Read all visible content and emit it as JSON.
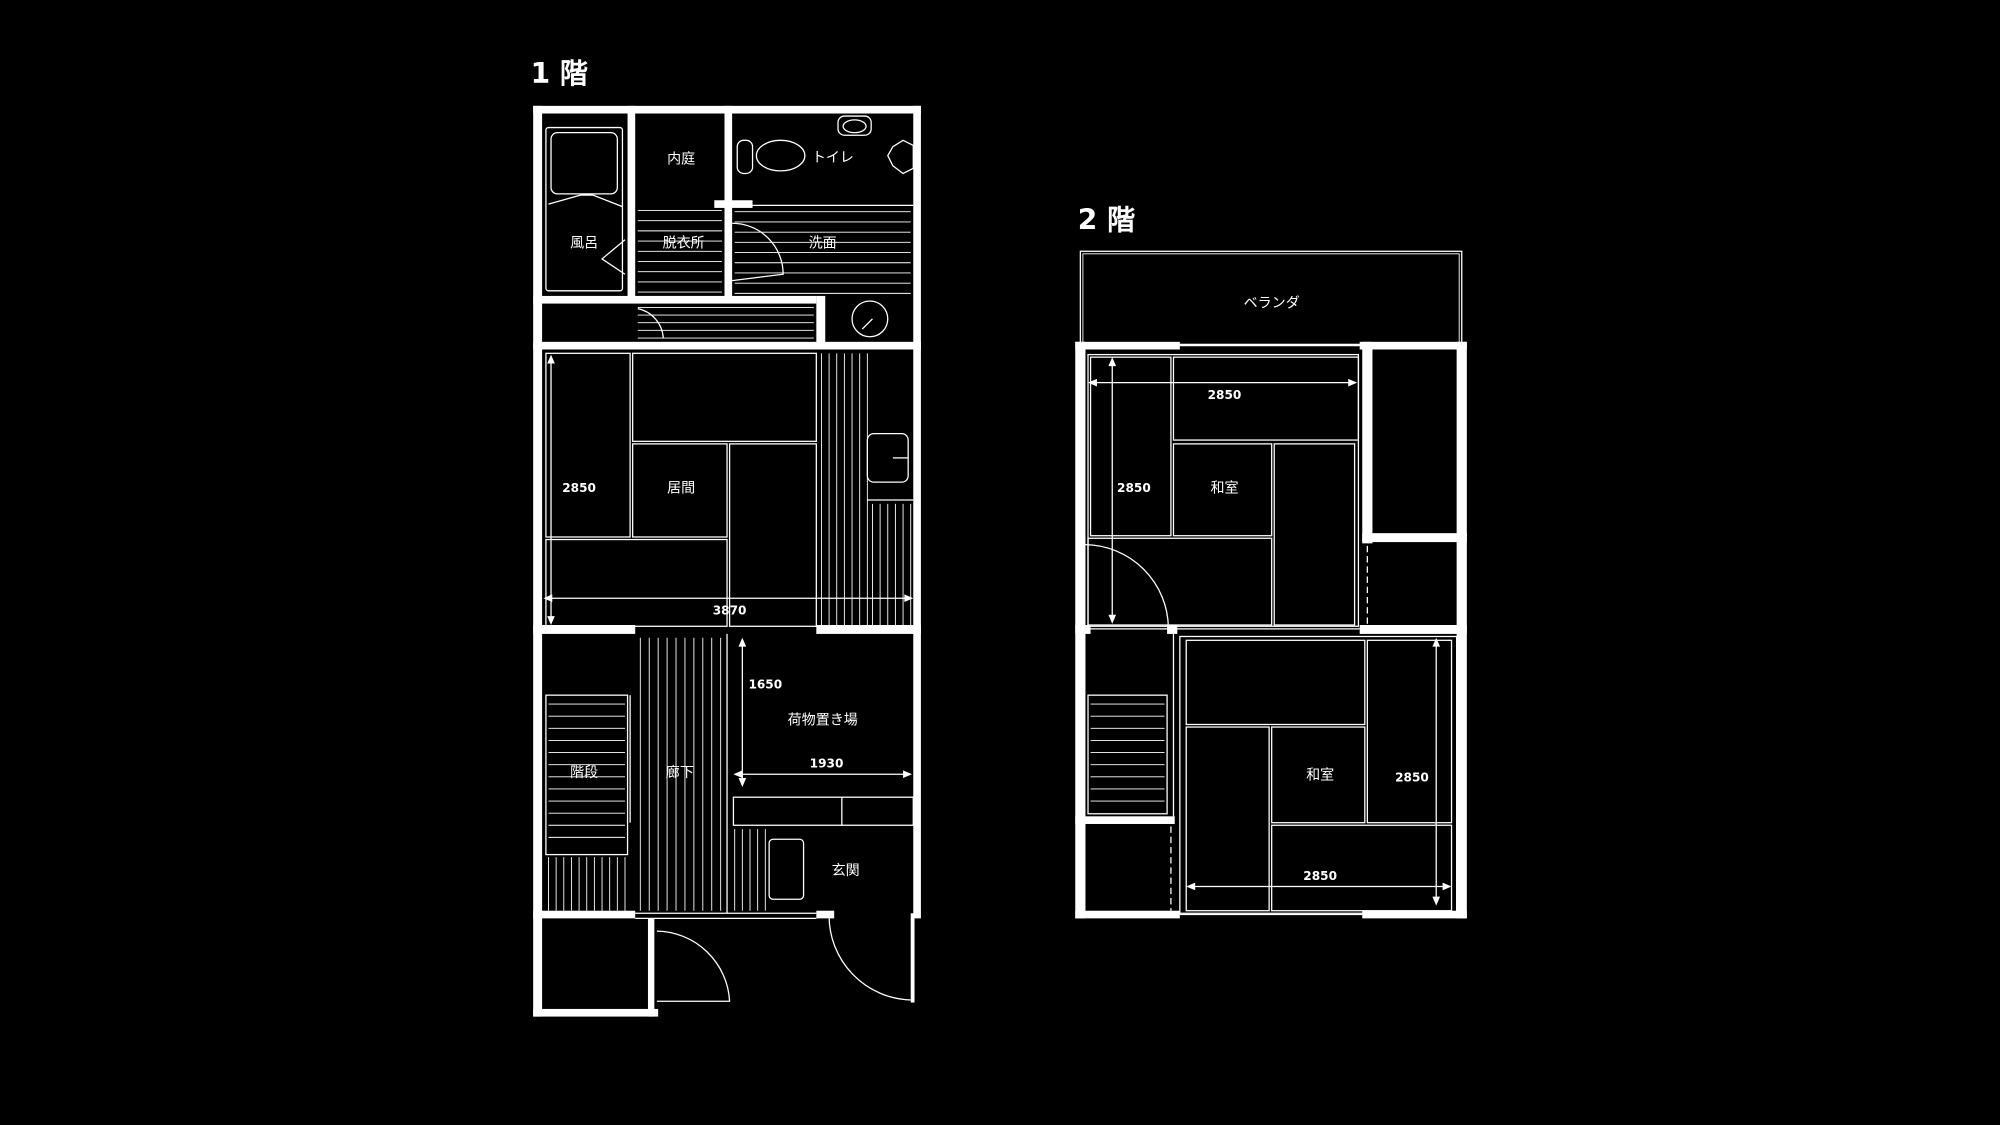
{
  "floor1": {
    "title": "1 階",
    "rooms": {
      "bath": "風呂",
      "courtyard": "内庭",
      "toilet": "トイレ",
      "dressing": "脱衣所",
      "washroom": "洗面",
      "living": "居間",
      "stairs": "階段",
      "corridor": "廊下",
      "storage": "荷物置き場",
      "entrance": "玄関"
    },
    "dimensions": {
      "living_depth": "2850",
      "living_width": "3870",
      "storage_depth": "1650",
      "storage_width": "1930"
    }
  },
  "floor2": {
    "title": "2 階",
    "rooms": {
      "veranda": "ベランダ",
      "room_north": "和室",
      "room_south": "和室"
    },
    "dimensions": {
      "north_width": "2850",
      "north_depth": "2850",
      "south_depth": "2850",
      "south_width": "2850"
    }
  },
  "colors": {
    "background": "#000000",
    "lines": "#ffffff"
  }
}
